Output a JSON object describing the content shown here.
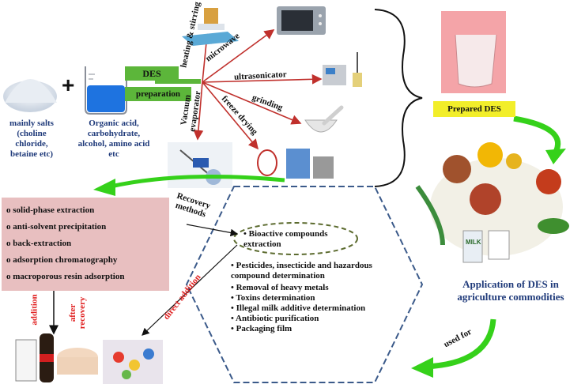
{
  "inputs": {
    "salts_label": "mainly salts (choline chloride, betaine etc)",
    "plus": "+",
    "acids_label": "Organic acid, carbohydrate, alcohol, amino acid etc"
  },
  "des_tag": "DES",
  "preparation_tag": "preparation",
  "methods": {
    "heating": "heating & stirring",
    "microwave": "microwave",
    "ultrasonicator": "ultrasonicator",
    "grinding": "grinding",
    "freeze_drying": "freeze drying",
    "vacuum": "Vacuum evaporator"
  },
  "prepared_label": "Prepared DES",
  "recovery": {
    "label": "Recovery methods",
    "items": [
      "o solid-phase extraction",
      "o anti-solvent precipitation",
      "o back-extraction",
      "o adsorption chromatography",
      "o macroporous resin adsorption"
    ]
  },
  "addition_label": "addition",
  "after_recovery_label": "after recovery",
  "direct_addition_label": "direct addition",
  "applications": {
    "highlight": "Bioactive compounds extraction",
    "items": [
      "Pesticides, insecticide and hazardous compound determination",
      "Removal of heavy metals",
      "Toxins determination",
      "Illegal milk additive determination",
      "Antibiotic purification",
      "Packaging film"
    ]
  },
  "app_title": "Application of DES in agriculture commodities",
  "used_for": "used for",
  "milk_label": "MILK",
  "colors": {
    "green_tag": "#5cb63a",
    "yellow_tag": "#f2ee2a",
    "pink_box": "#e8bfc0",
    "arrow_green": "#35d11a",
    "hex_border": "#3b5a8a",
    "label_blue": "#1f3a7a",
    "red_text": "#e02020"
  }
}
